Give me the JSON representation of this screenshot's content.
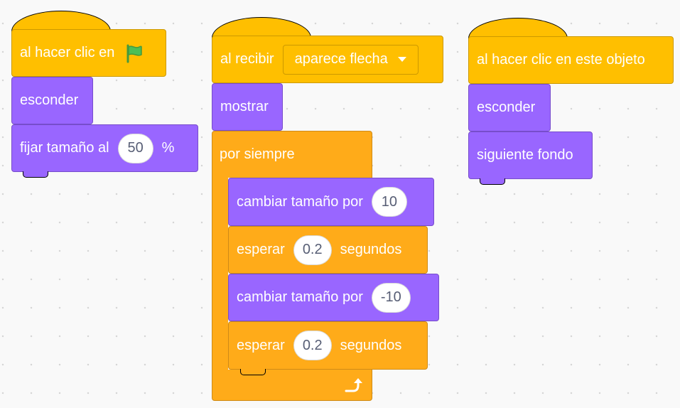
{
  "script1": {
    "hat_label": "al hacer clic en",
    "hide_label": "esconder",
    "set_size_label": "fijar tamaño al",
    "set_size_value": "50",
    "set_size_unit": "%"
  },
  "script2": {
    "hat_label": "al recibir",
    "message": "aparece flecha",
    "show_label": "mostrar",
    "forever_label": "por siempre",
    "change1_label": "cambiar tamaño por",
    "change1_value": "10",
    "wait1_label": "esperar",
    "wait1_value": "0.2",
    "wait1_unit": "segundos",
    "change2_label": "cambiar tamaño por",
    "change2_value": "-10",
    "wait2_label": "esperar",
    "wait2_value": "0.2",
    "wait2_unit": "segundos"
  },
  "script3": {
    "hat_label": "al hacer clic en este objeto",
    "hide_label": "esconder",
    "next_backdrop_label": "siguiente fondo"
  },
  "colors": {
    "events": "#ffbf00",
    "looks": "#9966ff",
    "control": "#ffab19",
    "flag": "#4cbf56"
  },
  "icons": {
    "flag": "green-flag-icon",
    "loop": "loop-arrow-icon",
    "dropdown": "caret-down-icon"
  }
}
